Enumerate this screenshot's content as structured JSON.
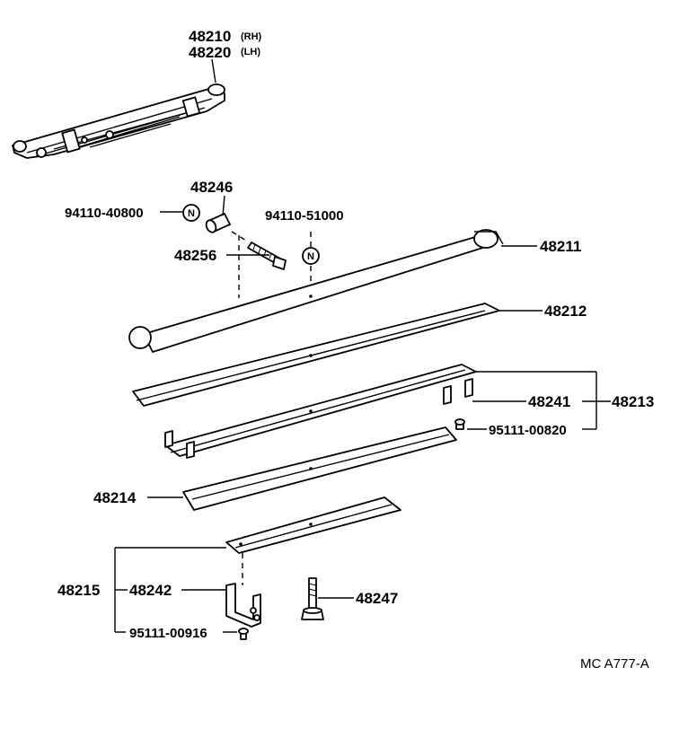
{
  "labels": {
    "leaf_spring_rh": "48210",
    "leaf_spring_rh_side": "(RH)",
    "leaf_spring_lh": "48220",
    "leaf_spring_lh_side": "(LH)",
    "bushing": "48246",
    "nut_left": "94110-40800",
    "nut_right": "94110-51000",
    "bolt": "48256",
    "main_leaf": "48211",
    "leaf_2": "48212",
    "leaf_3_assy": "48213",
    "clip_3": "48241",
    "rivet_3": "95111-00820",
    "leaf_4": "48214",
    "leaf_5_assy": "48215",
    "clip_5": "48242",
    "rivet_5": "95111-00916",
    "center_bolt": "48247",
    "nut_symbol": "N",
    "drawing_code": "MC  A777-A"
  }
}
